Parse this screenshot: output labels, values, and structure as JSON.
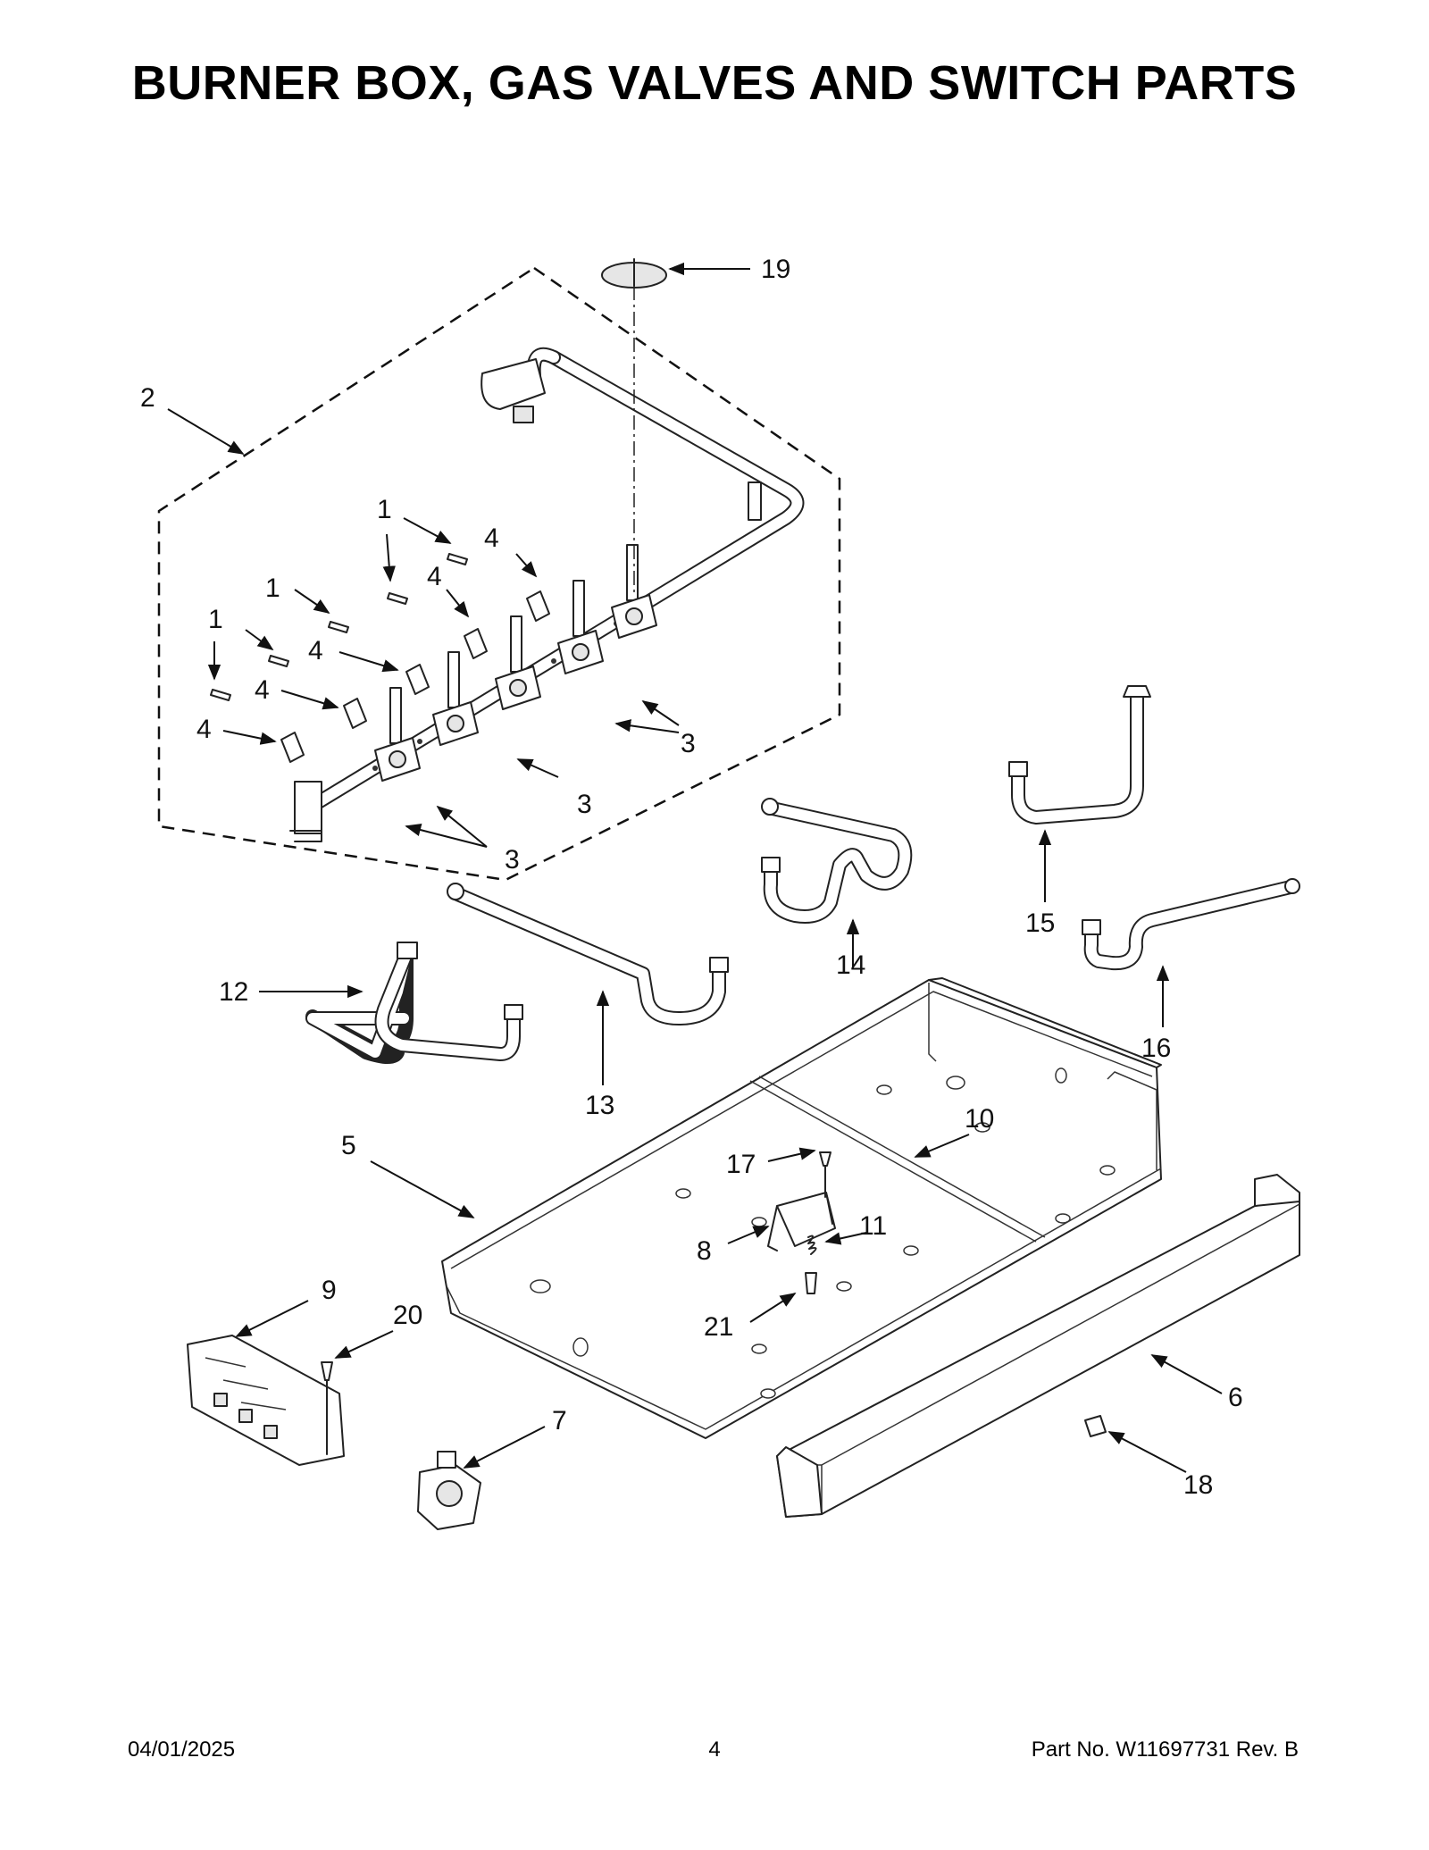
{
  "title": "BURNER BOX, GAS VALVES AND SWITCH PARTS",
  "footer": {
    "date": "04/01/2025",
    "page": "4",
    "part_no": "Part No.  W11697731  Rev.  B"
  },
  "callouts": [
    {
      "label": "1"
    },
    {
      "label": "1"
    },
    {
      "label": "1"
    },
    {
      "label": "1"
    },
    {
      "label": "2"
    },
    {
      "label": "3"
    },
    {
      "label": "3"
    },
    {
      "label": "3"
    },
    {
      "label": "4"
    },
    {
      "label": "4"
    },
    {
      "label": "4"
    },
    {
      "label": "4"
    },
    {
      "label": "4"
    },
    {
      "label": "4"
    },
    {
      "label": "5"
    },
    {
      "label": "6"
    },
    {
      "label": "7"
    },
    {
      "label": "8"
    },
    {
      "label": "9"
    },
    {
      "label": "10"
    },
    {
      "label": "11"
    },
    {
      "label": "12"
    },
    {
      "label": "13"
    },
    {
      "label": "14"
    },
    {
      "label": "15"
    },
    {
      "label": "16"
    },
    {
      "label": "17"
    },
    {
      "label": "18"
    },
    {
      "label": "19"
    },
    {
      "label": "20"
    },
    {
      "label": "21"
    }
  ]
}
